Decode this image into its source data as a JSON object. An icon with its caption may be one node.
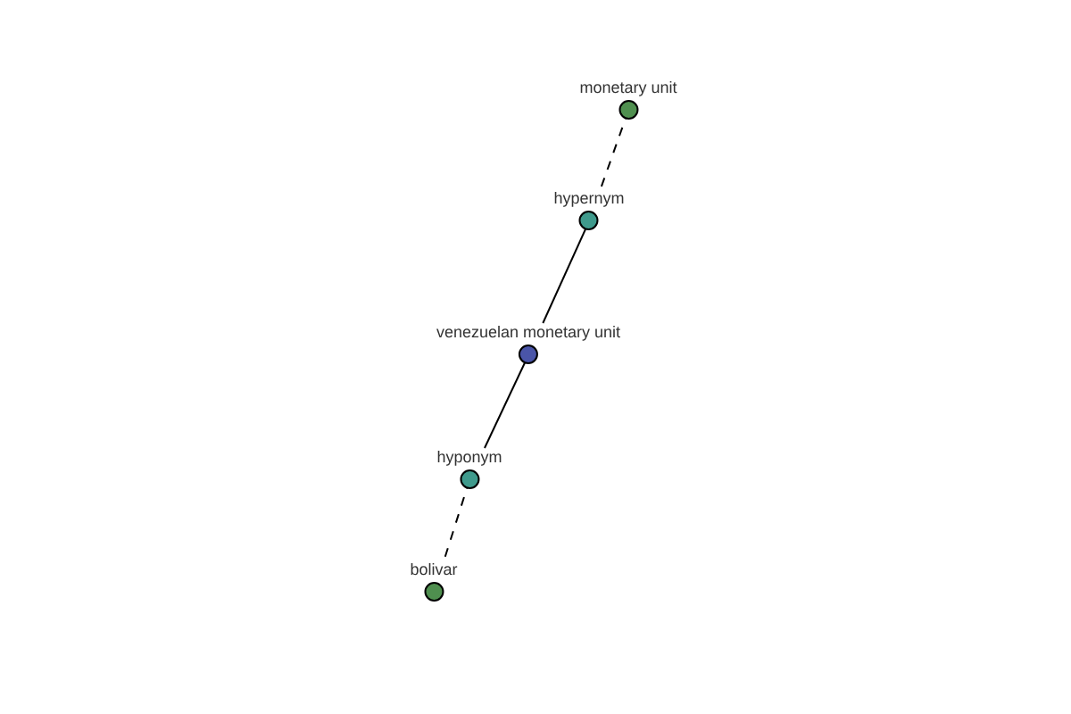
{
  "diagram": {
    "nodes": [
      {
        "text": [
          "monetary unit"
        ]
      },
      {
        "text": [
          "hypernym"
        ]
      },
      {
        "text": [
          "venezuelan monetary unit"
        ]
      },
      {
        "text": [
          "hyponym"
        ]
      },
      {
        "text": [
          "bolivar"
        ]
      }
    ],
    "edges": [
      {
        "from": 0,
        "to": 1,
        "arrow": "none",
        "style": "dashed"
      },
      {
        "from": 1,
        "to": 2,
        "arrow": "none"
      },
      {
        "from": 2,
        "to": 3,
        "arrow": "none"
      },
      {
        "from": 3,
        "to": 4,
        "arrow": "none",
        "style": "dashed"
      }
    ]
  }
}
